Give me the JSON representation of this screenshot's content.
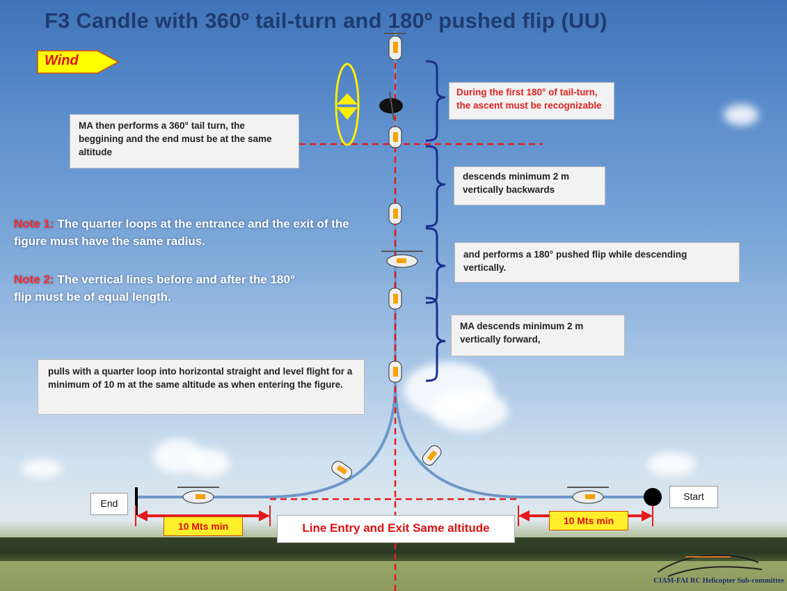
{
  "title": "F3 Candle with 360º tail-turn and 180º pushed flip (UU)",
  "wind_label": "Wind",
  "callouts": {
    "ascent": "During the first 180°  of tail-turn, the ascent must be recognizable",
    "tail_turn": "MA then performs a 360° tail turn, the beggining and the end must be at the same altitude",
    "descends_backwards": "descends minimum 2 m vertically backwards",
    "pushed_flip": "and performs a 180° pushed flip while descending vertically.",
    "descends_forward": "MA descends minimum 2 m vertically forward,",
    "pulls_out": "pulls with a quarter loop into horizontal straight and level flight for a minimum of 10 m at the same altitude as when entering the figure."
  },
  "notes": [
    {
      "label": "Note 1:",
      "text": "The quarter loops at the entrance and the exit of the figure must have the same radius."
    },
    {
      "label": "Note 2:",
      "text": "The vertical lines before and after the 180° flip must be of equal length."
    }
  ],
  "end_label": "End",
  "start_label": "Start",
  "distance_left": "10 Mts min",
  "distance_right": "10 Mts min",
  "line_entry": "Line Entry and Exit Same altitude",
  "credit": "CIAM-FAI RC Helicopter Sub-committee",
  "colors": {
    "title": "#1f3b70",
    "red_text": "#e02020",
    "flight_path": "#6d98c8",
    "bracket": "#1a2f8a",
    "wind_arrow": "#ffff00",
    "tail_turn_ring": "#ffee00"
  }
}
